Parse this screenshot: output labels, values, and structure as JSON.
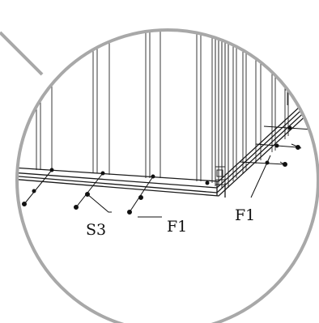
{
  "diagram": {
    "callouts": {
      "s3": "S3",
      "f1_front": "F1",
      "f1_side": "F1"
    }
  }
}
